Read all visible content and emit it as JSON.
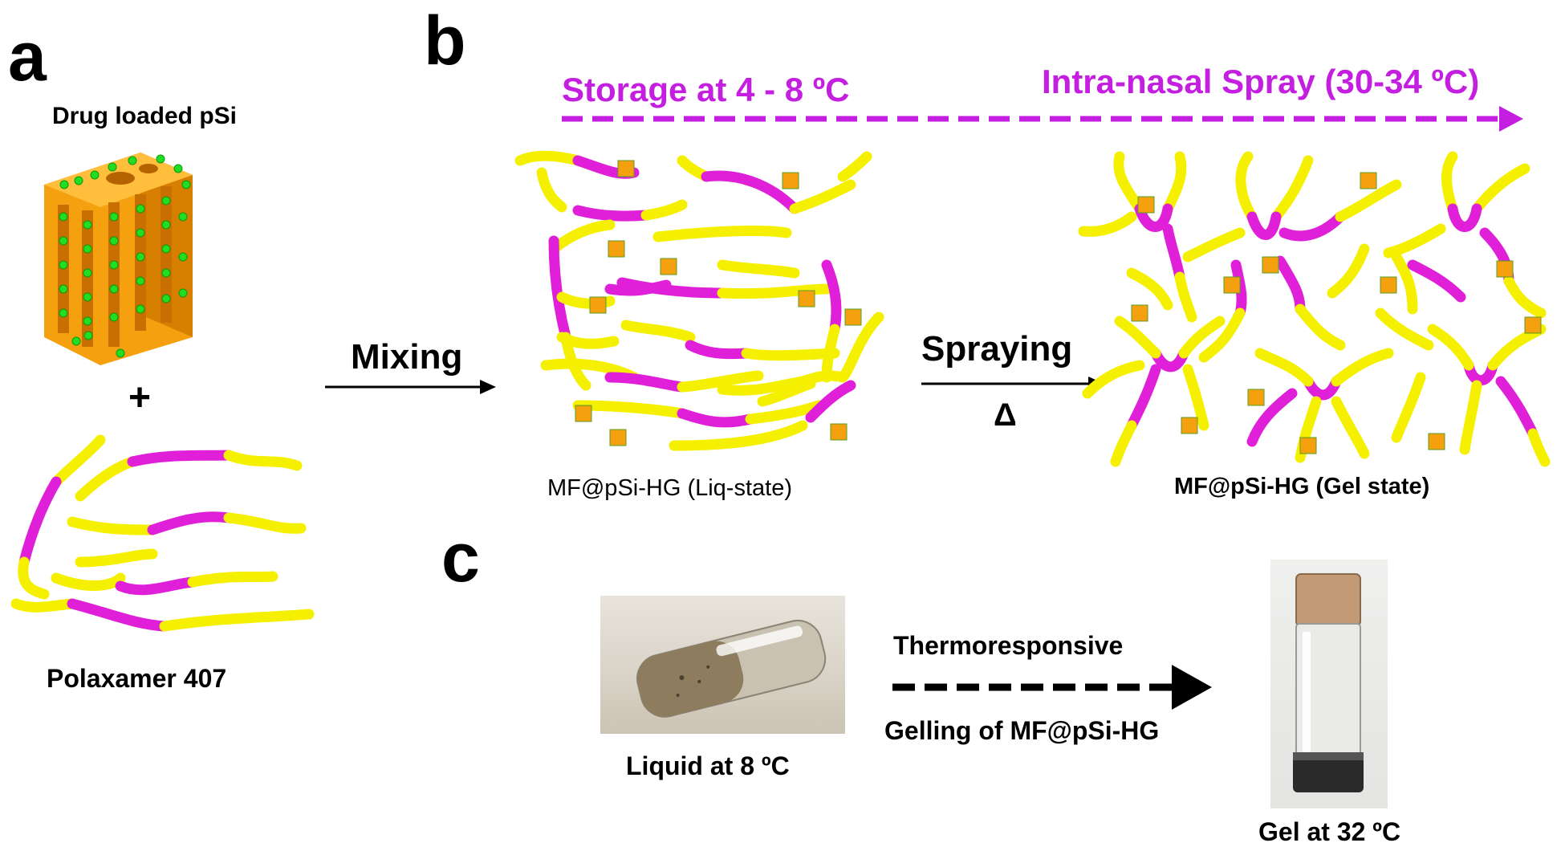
{
  "panels": {
    "a": "a",
    "b": "b",
    "c": "c"
  },
  "panel_a": {
    "top_label": "Drug loaded pSi",
    "plus": "+",
    "bottom_label": "Polaxamer 407"
  },
  "panel_b": {
    "storage_label": "Storage at 4 - 8 ºC",
    "spray_label": "Intra-nasal Spray (30-34 ºC)",
    "mixing_label": "Mixing",
    "spraying_label": "Spraying",
    "delta_label": "Δ",
    "liquid_state_caption": "MF@pSi-HG (Liq-state)",
    "gel_state_caption": "MF@pSi-HG (Gel state)"
  },
  "panel_c": {
    "left_caption": "Liquid at 8 ºC",
    "arrow_top_label": "Thermoresponsive",
    "arrow_bottom_label": "Gelling of MF@pSi-HG",
    "right_caption": "Gel at 32 ºC"
  },
  "colors": {
    "purple_text": "#c41ee0",
    "chain_magenta": "#e020d8",
    "chain_yellow": "#f4f000",
    "psi_orange": "#f5a00f",
    "drug_green": "#22dd22"
  }
}
